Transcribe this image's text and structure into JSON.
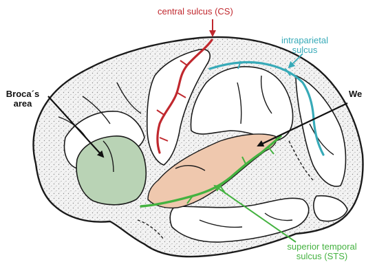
{
  "labels": {
    "central_sulcus": "central sulcus (CS)",
    "intraparietal_line1": "intraparietal",
    "intraparietal_line2": "sulcus",
    "broca_line1": "Broca´s",
    "broca_line2": "area",
    "wernicke_partial": "We",
    "sts_line1": "superior temporal",
    "sts_line2": "sulcus (STS)"
  },
  "colors": {
    "central_sulcus": "#c0282e",
    "intraparietal": "#37aab8",
    "broca_area": "#b9d3b5",
    "wernicke_area": "#efc8ae",
    "sts": "#44b240",
    "outline": "#1a1a1a"
  }
}
